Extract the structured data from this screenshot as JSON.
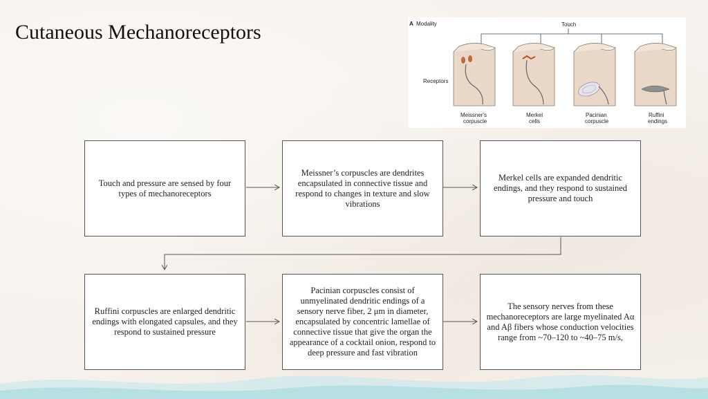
{
  "slide": {
    "title": "Cutaneous Mechanoreceptors"
  },
  "figure": {
    "panel_letter": "A",
    "modality_label": "Modality",
    "touch_label": "Touch",
    "receptors_label": "Receptors",
    "receptor_names": [
      {
        "line1": "Meissner's",
        "line2": "corpuscle"
      },
      {
        "line1": "Merkel",
        "line2": "cells"
      },
      {
        "line1": "Pacinian",
        "line2": "corpuscle"
      },
      {
        "line1": "Ruffini",
        "line2": "endings"
      }
    ]
  },
  "flow_boxes": [
    {
      "text": "Touch and pressure are sensed by four types of mechanoreceptors"
    },
    {
      "text": "Meissner’s corpuscles are dendrites encapsulated in connective tissue and respond to changes in texture and slow vibrations"
    },
    {
      "text": "Merkel cells are expanded dendritic endings, and they respond to sustained pressure and touch"
    },
    {
      "text": "Ruffini corpuscles are enlarged dendritic endings with elongated capsules, and they respond to sustained pressure"
    },
    {
      "text": "Pacinian corpuscles consist of unmyelinated dendritic endings of a sensory nerve fiber, 2 μm in diameter, encapsulated by concentric lamellae of connective tissue that give the organ the appearance of a cocktail onion, respond to deep pressure and fast vibration"
    },
    {
      "text": "The sensory nerves from these mechanoreceptors are large myelinated Aα and Aβ fibers whose conduction velocities range from ~70–120 to ~40–75 m/s,"
    }
  ],
  "colors": {
    "background": "#f6f1ec",
    "box_border": "#555555",
    "wave": "#bfe3e6"
  }
}
